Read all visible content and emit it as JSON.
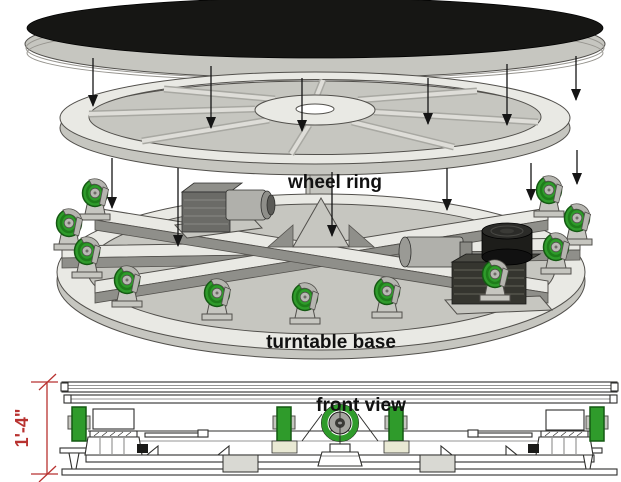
{
  "diagram": {
    "type": "exploded-assembly-drawing",
    "labels": {
      "wheel_ring": "wheel ring",
      "turntable_base": "turntable base",
      "front_view": "front view",
      "height_dimension": "1'-4\""
    },
    "colors": {
      "wheel-green": "#2f9b2b",
      "wheel-green-dark": "#145912",
      "disc-black": "#161614",
      "structure-light": "#e9e9e4",
      "structure-mid": "#c6c6c0",
      "structure-dark": "#8f8f8a",
      "outline": "#52504c",
      "dimension-red": "#b83230",
      "label-color": "#111111",
      "background": "#ffffff"
    }
  }
}
